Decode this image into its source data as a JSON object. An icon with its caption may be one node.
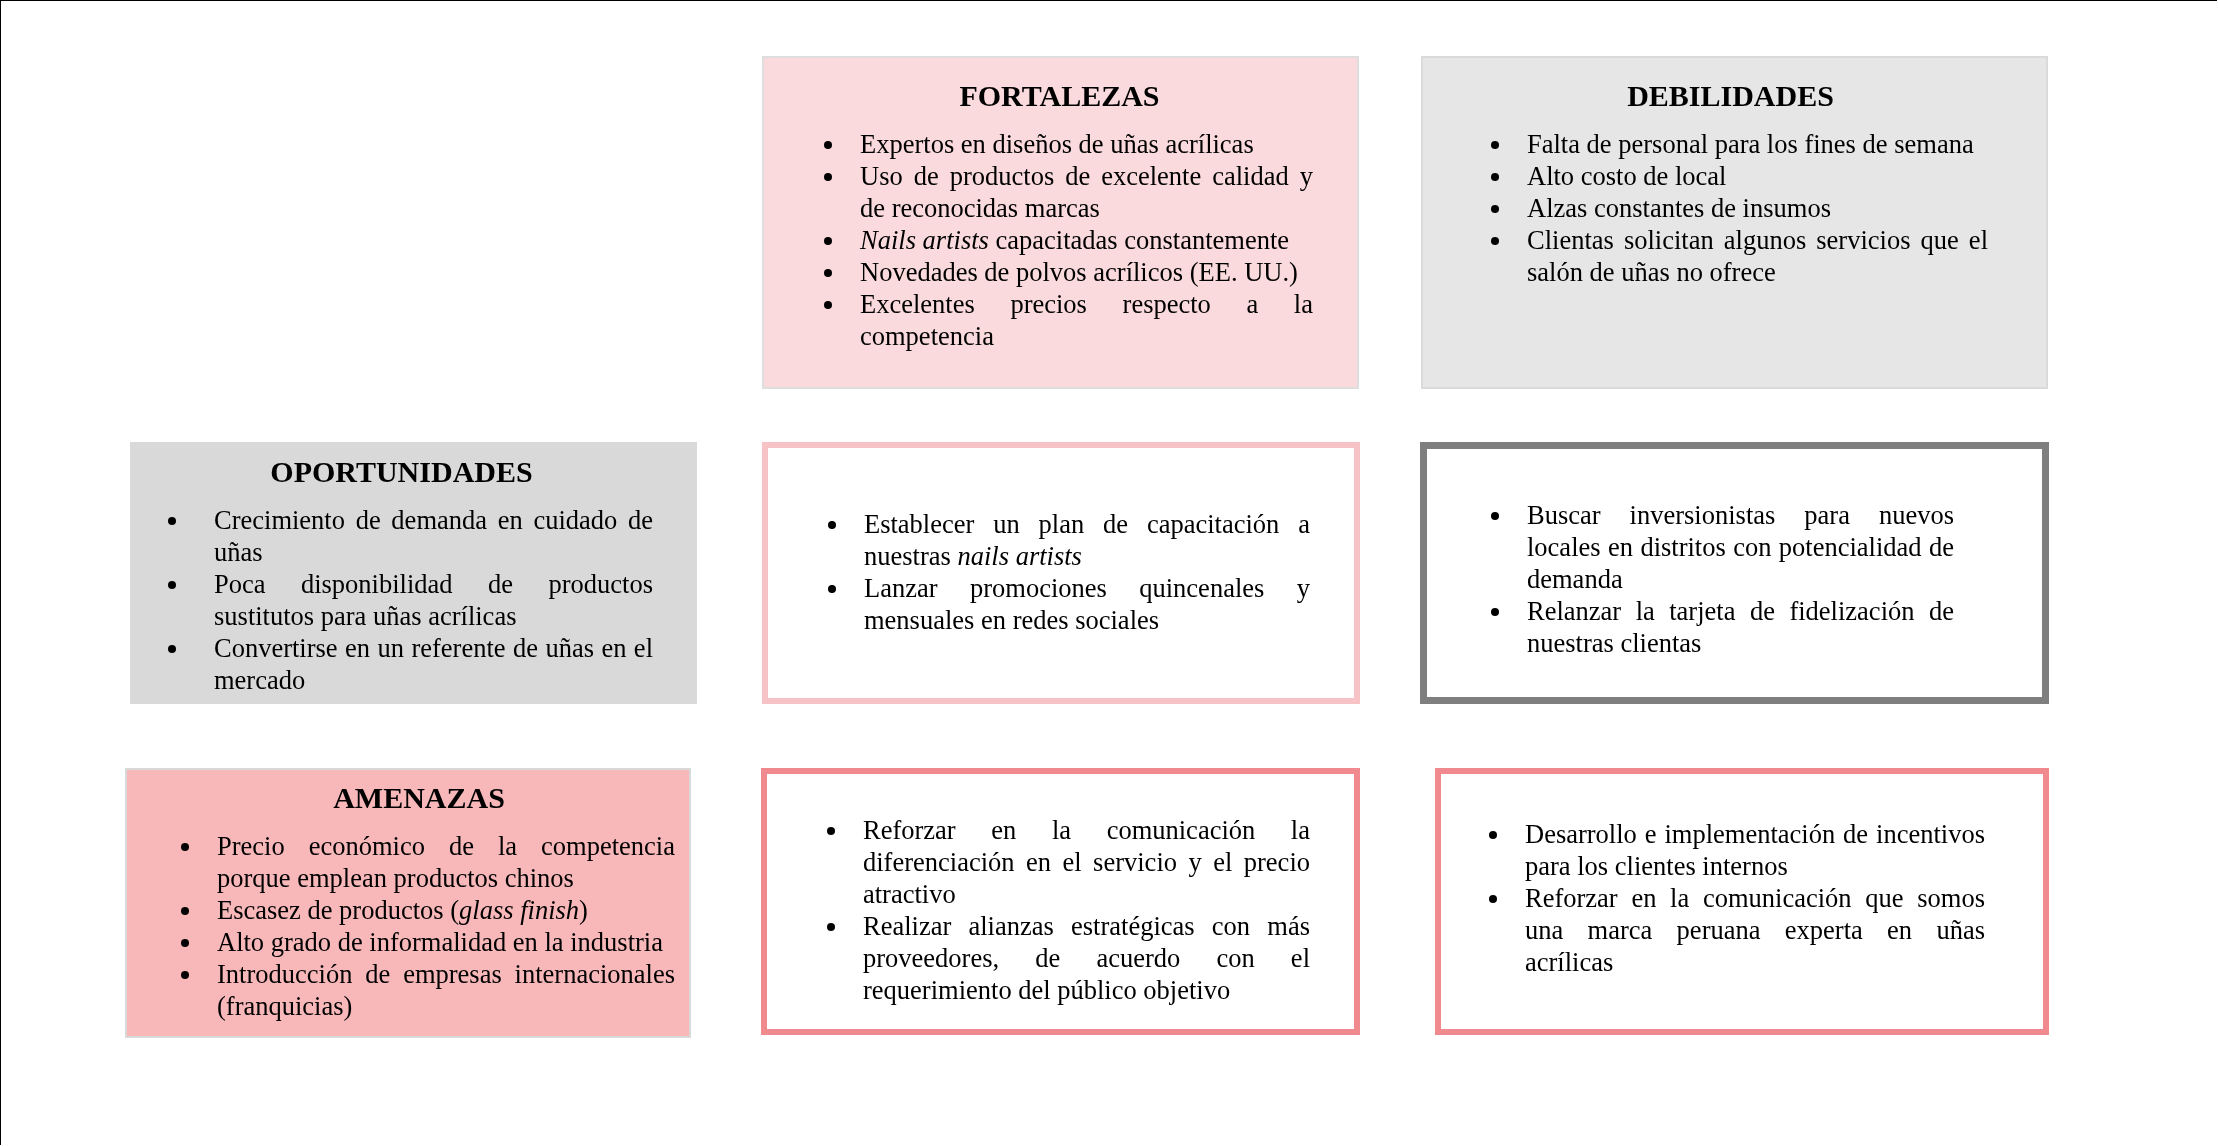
{
  "diagram": {
    "nodes": [
      {
        "text": [
          "FORTALEZAS",
          "Expertos en diseños de uñas acrílicas",
          "Uso de productos de excelente calidad y de reconocidas marcas",
          "*Nails artists* capacitadas constantemente",
          "Novedades de polvos acrílicos (EE. UU.)",
          "Excelentes precios respecto a la competencia"
        ]
      },
      {
        "text": [
          "DEBILIDADES",
          "Falta de personal para los fines de semana",
          "Alto costo de local",
          "Alzas constantes de insumos",
          "Clientas solicitan algunos servicios que el salón de uñas no ofrece"
        ]
      },
      {
        "text": [
          "OPORTUNIDADES",
          "Crecimiento de demanda en cuidado de uñas",
          "Poca disponibilidad de productos sustitutos para uñas acrílicas",
          "Convertirse en un referente de uñas en el mercado"
        ]
      },
      {
        "text": [
          "Establecer un plan de capacitación a nuestras *nails artists*",
          "Lanzar promociones quincenales y mensuales en redes sociales"
        ]
      },
      {
        "text": [
          "Buscar inversionistas para nuevos locales en distritos con potencialidad de demanda",
          "Relanzar la tarjeta de fidelización de nuestras clientas"
        ]
      },
      {
        "text": [
          "AMENAZAS",
          "Precio económico de la competencia porque emplean productos chinos",
          "Escasez de productos (*glass finish*)",
          "Alto grado de informalidad en la industria",
          "Introducción de empresas internacionales (franquicias)"
        ]
      },
      {
        "text": [
          "Reforzar en la comunicación la diferenciación en el servicio y el precio atractivo",
          "Realizar alianzas estratégicas con más proveedores, de acuerdo con el requerimiento del público objetivo"
        ]
      },
      {
        "text": [
          "Desarrollo e implementación de incentivos para los clientes internos",
          "Reforzar en la comunicación que somos una marca peruana experta en uñas acrílicas"
        ]
      }
    ]
  }
}
